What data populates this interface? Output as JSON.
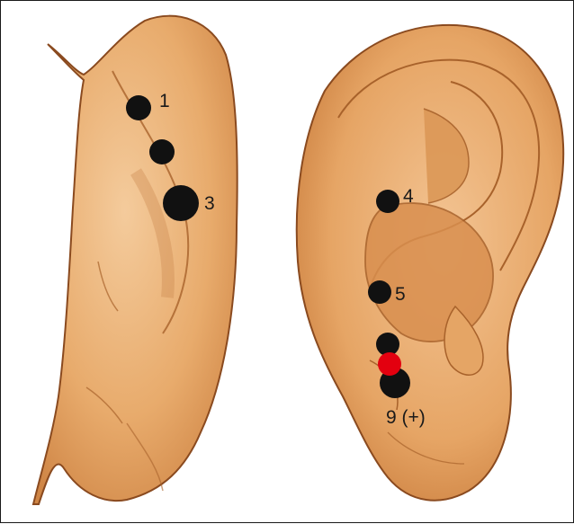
{
  "colors": {
    "skin": "#e8ab6c",
    "skin_light": "#f2c595",
    "skin_shadow": "#c77a3a",
    "outline": "#8a4a1f",
    "point": "#111111",
    "highlight": "#e3000f"
  },
  "points": [
    {
      "id": "p1",
      "label": "1"
    },
    {
      "id": "p2",
      "label": ""
    },
    {
      "id": "p3",
      "label": "3"
    },
    {
      "id": "p4",
      "label": "4"
    },
    {
      "id": "p5",
      "label": "5"
    },
    {
      "id": "p6",
      "label": ""
    },
    {
      "id": "p9",
      "label": "9 (+)"
    }
  ],
  "highlight_marker": {
    "shape": "filled-circle"
  }
}
